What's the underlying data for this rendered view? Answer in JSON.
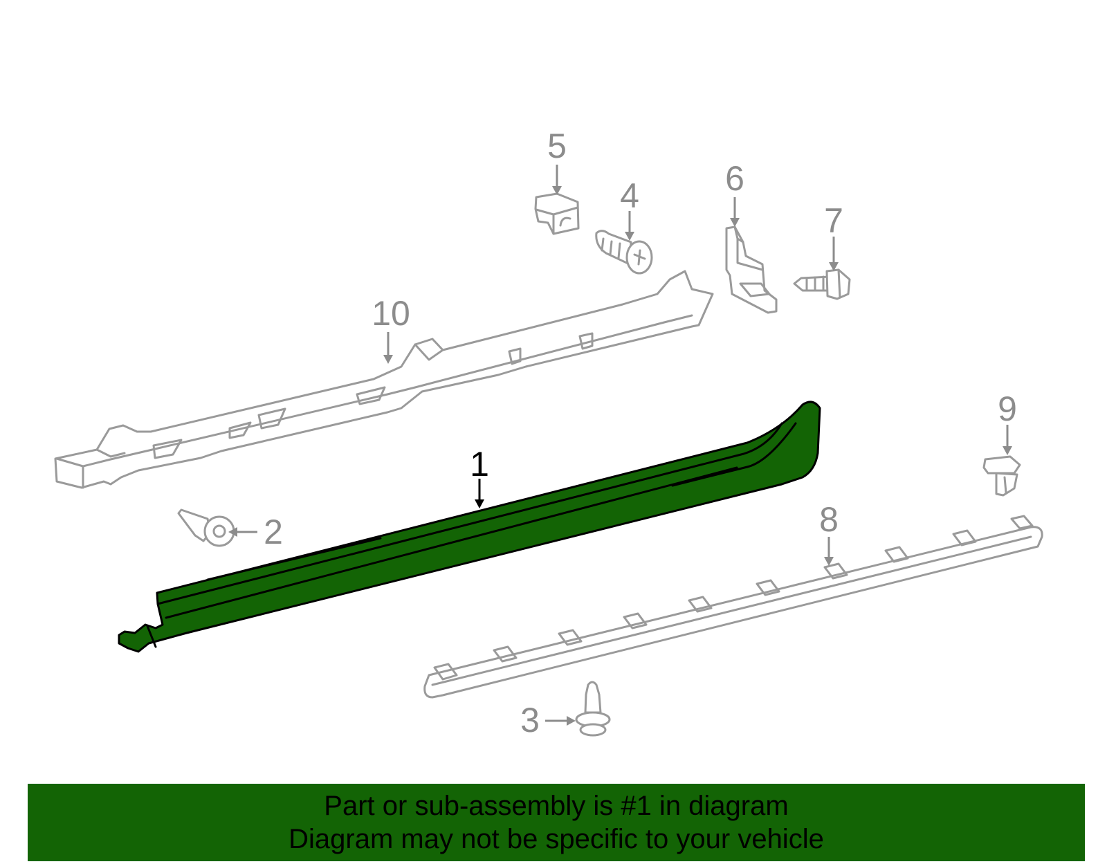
{
  "diagram": {
    "callouts": [
      "1",
      "2",
      "3",
      "4",
      "5",
      "6",
      "7",
      "8",
      "9",
      "10"
    ],
    "highlight_color": "#136405",
    "part_outline_color": "#9a9a9a"
  },
  "banner": {
    "line1": "Part or sub-assembly is #1 in diagram",
    "line2": "Diagram may not be specific to your vehicle",
    "background": "#136405"
  }
}
